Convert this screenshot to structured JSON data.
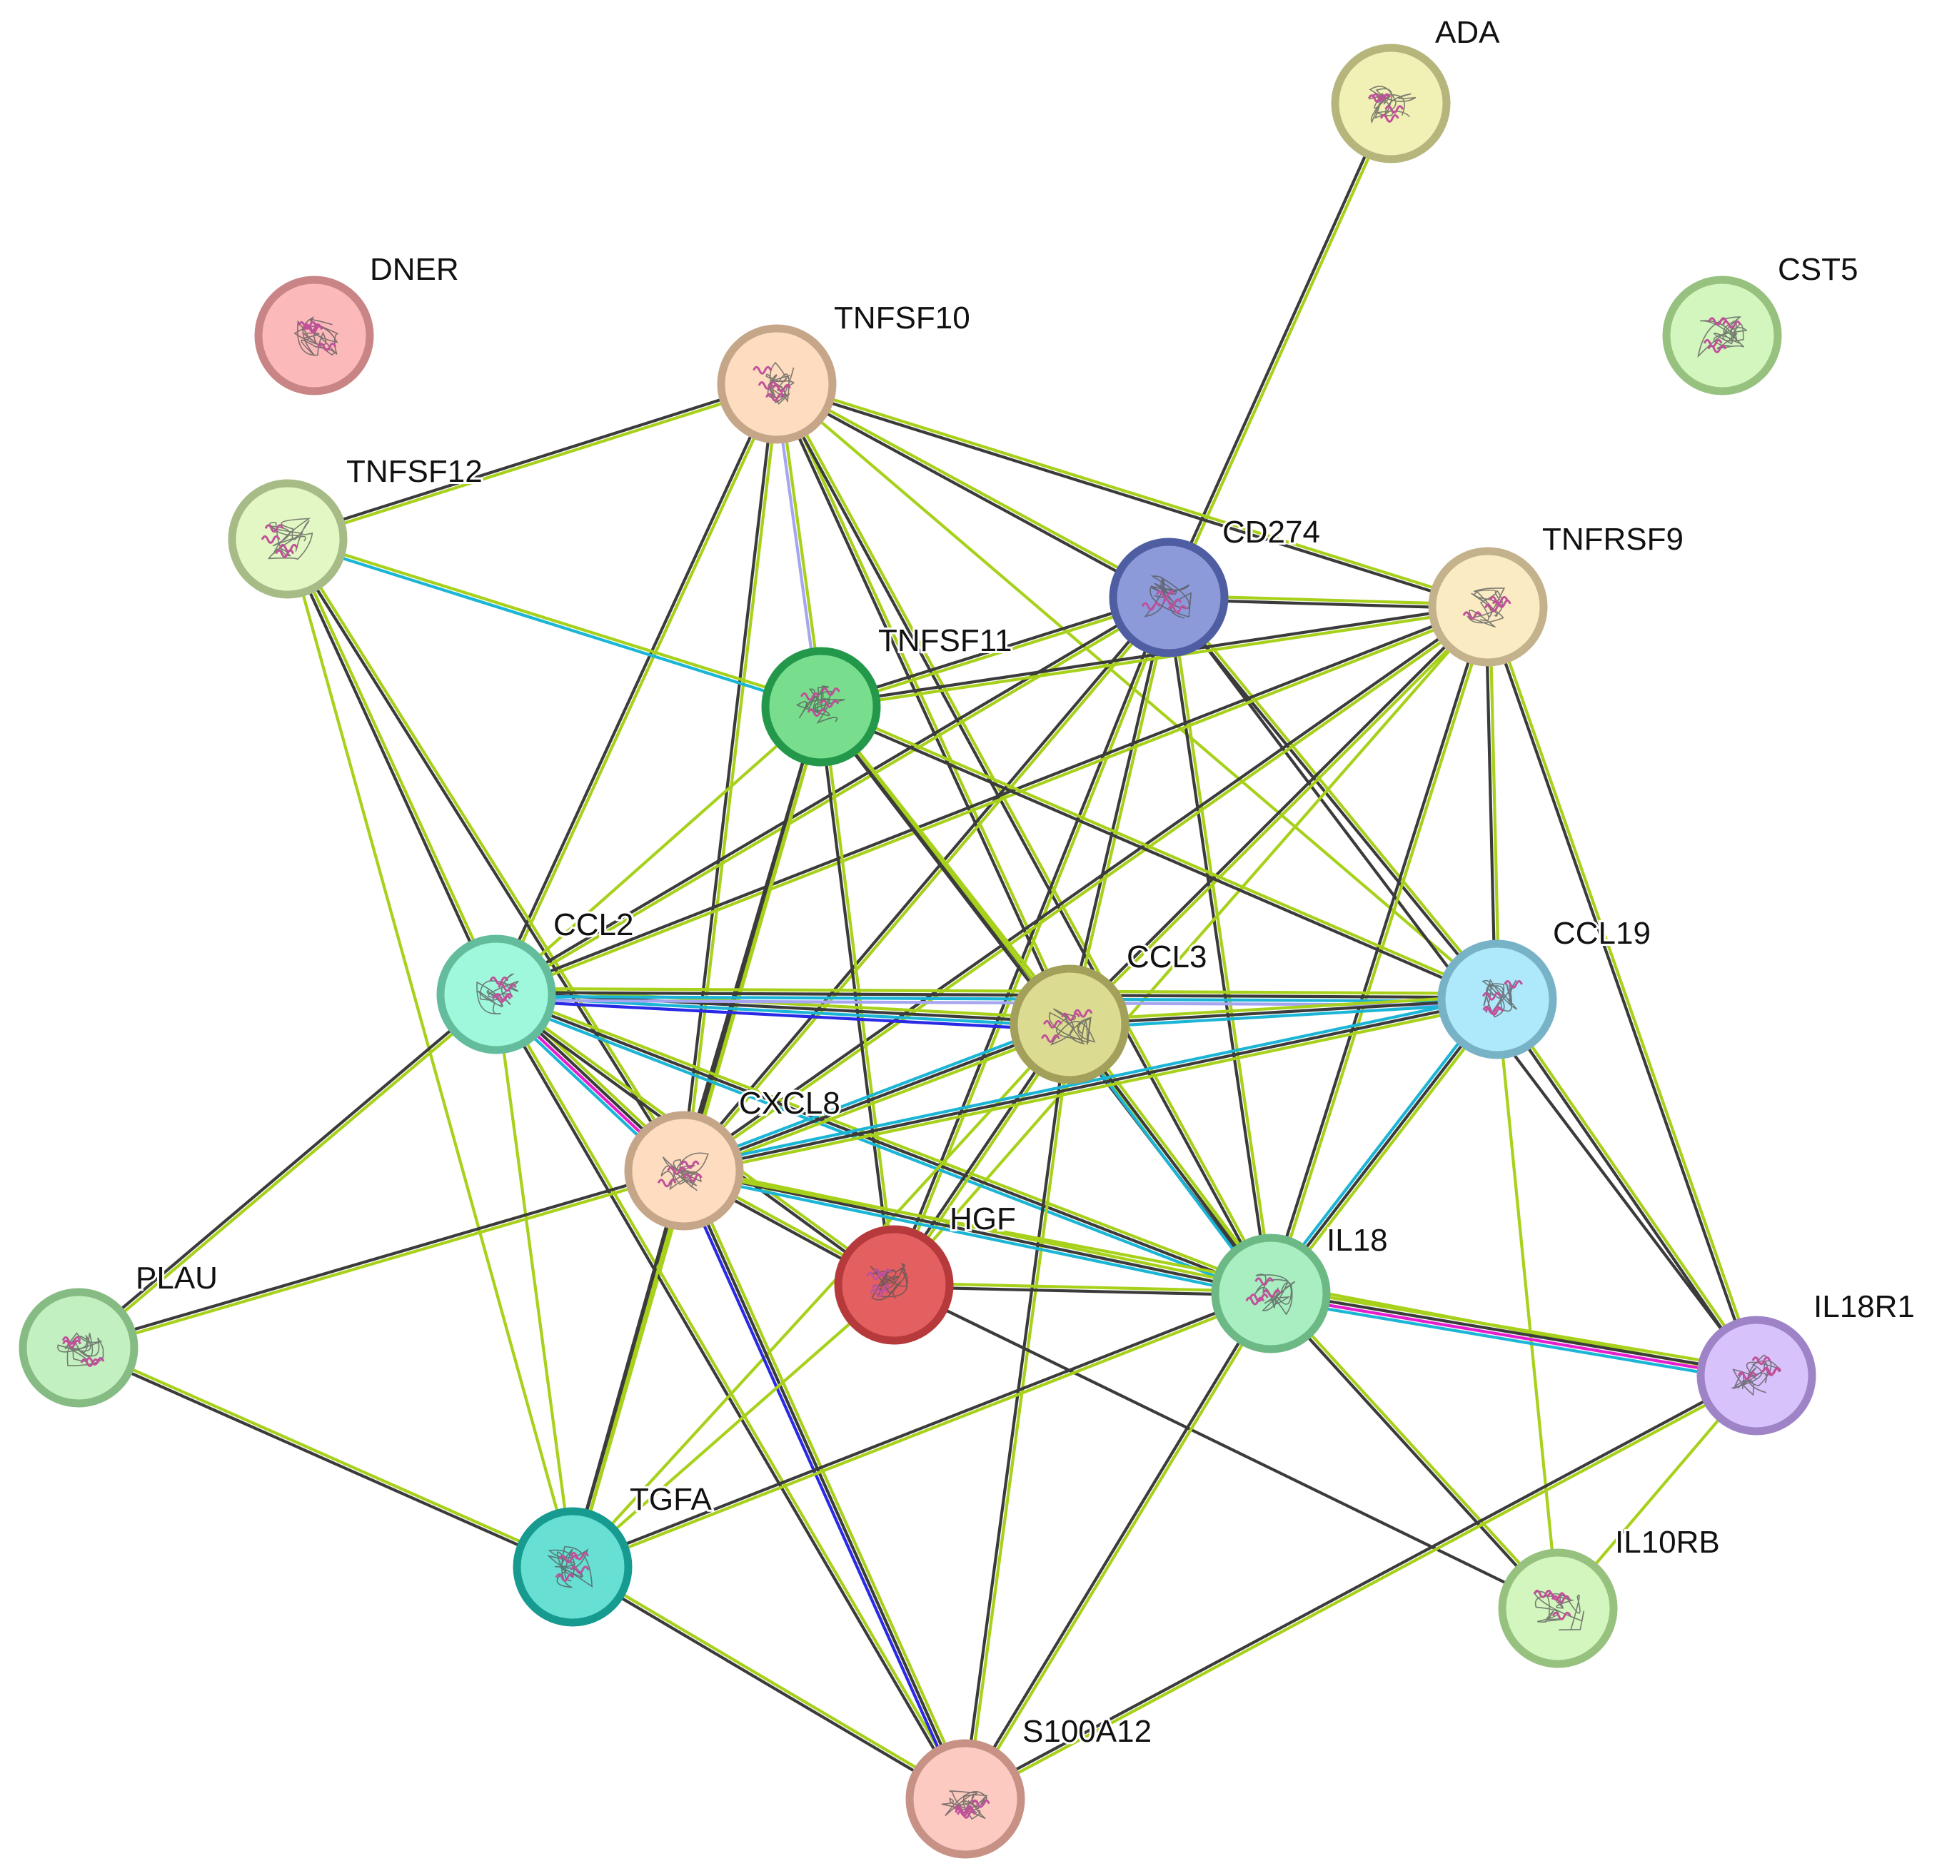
{
  "network": {
    "nodes": [
      {
        "id": "ADA",
        "label": "ADA",
        "fill": "#f1f1b6",
        "stroke": "#b5b57c"
      },
      {
        "id": "DNER",
        "label": "DNER",
        "fill": "#fcb9b9",
        "stroke": "#c98585"
      },
      {
        "id": "CST5",
        "label": "CST5",
        "fill": "#d3f5be",
        "stroke": "#97c17e"
      },
      {
        "id": "TNFSF10",
        "label": "TNFSF10",
        "fill": "#fddcc0",
        "stroke": "#c6a689"
      },
      {
        "id": "TNFSF12",
        "label": "TNFSF12",
        "fill": "#e2f7c4",
        "stroke": "#a7bb86"
      },
      {
        "id": "CD274",
        "label": "CD274",
        "fill": "#8c9ad9",
        "stroke": "#4f5ea3"
      },
      {
        "id": "TNFRSF9",
        "label": "TNFRSF9",
        "fill": "#faebc3",
        "stroke": "#c4b28c"
      },
      {
        "id": "TNFSF11",
        "label": "TNFSF11",
        "fill": "#78dd8d",
        "stroke": "#23984a"
      },
      {
        "id": "CCL2",
        "label": "CCL2",
        "fill": "#a0f8dc",
        "stroke": "#63bd9c"
      },
      {
        "id": "CCL3",
        "label": "CCL3",
        "fill": "#dcdb92",
        "stroke": "#a3a05b"
      },
      {
        "id": "CCL19",
        "label": "CCL19",
        "fill": "#aee8fb",
        "stroke": "#77b2c7"
      },
      {
        "id": "CXCL8",
        "label": "CXCL8",
        "fill": "#fddcc0",
        "stroke": "#c6a689"
      },
      {
        "id": "HGF",
        "label": "HGF",
        "fill": "#e35f60",
        "stroke": "#b63a3b"
      },
      {
        "id": "IL18",
        "label": "IL18",
        "fill": "#a8eec1",
        "stroke": "#6db985"
      },
      {
        "id": "IL18R1",
        "label": "IL18R1",
        "fill": "#d8c2fb",
        "stroke": "#9e84c7"
      },
      {
        "id": "PLAU",
        "label": "PLAU",
        "fill": "#c3f0c0",
        "stroke": "#86bb83"
      },
      {
        "id": "TGFA",
        "label": "TGFA",
        "fill": "#67dfd3",
        "stroke": "#179b91"
      },
      {
        "id": "IL10RB",
        "label": "IL10RB",
        "fill": "#d3f5be",
        "stroke": "#97c17e"
      },
      {
        "id": "S100A12",
        "label": "S100A12",
        "fill": "#fccac0",
        "stroke": "#c79186"
      }
    ],
    "edge_colors": {
      "text_mining": "#a7d11a",
      "coexpression": "#3b3b3b",
      "curated_db": "#1bb5d6",
      "experimental": "#e61fcd",
      "cooccurrence": "#2a2ae6",
      "homology": "#a5a5f0"
    },
    "edges": [
      {
        "source": "ADA",
        "target": "CD274",
        "evidence": [
          "text_mining",
          "coexpression"
        ]
      },
      {
        "source": "TNFSF10",
        "target": "TNFSF12",
        "evidence": [
          "text_mining",
          "coexpression"
        ]
      },
      {
        "source": "TNFSF10",
        "target": "CD274",
        "evidence": [
          "text_mining",
          "coexpression"
        ]
      },
      {
        "source": "TNFSF10",
        "target": "TNFRSF9",
        "evidence": [
          "text_mining",
          "coexpression"
        ]
      },
      {
        "source": "TNFSF10",
        "target": "TNFSF11",
        "evidence": [
          "text_mining",
          "homology"
        ]
      },
      {
        "source": "TNFSF10",
        "target": "CCL2",
        "evidence": [
          "text_mining",
          "coexpression"
        ]
      },
      {
        "source": "TNFSF10",
        "target": "CCL3",
        "evidence": [
          "text_mining",
          "coexpression"
        ]
      },
      {
        "source": "TNFSF10",
        "target": "CXCL8",
        "evidence": [
          "text_mining",
          "coexpression"
        ]
      },
      {
        "source": "TNFSF10",
        "target": "IL18",
        "evidence": [
          "text_mining",
          "coexpression"
        ]
      },
      {
        "source": "TNFSF10",
        "target": "CCL19",
        "evidence": [
          "text_mining"
        ]
      },
      {
        "source": "TNFSF12",
        "target": "TNFSF11",
        "evidence": [
          "text_mining",
          "curated_db"
        ]
      },
      {
        "source": "TNFSF12",
        "target": "CCL2",
        "evidence": [
          "text_mining",
          "coexpression"
        ]
      },
      {
        "source": "TNFSF12",
        "target": "CXCL8",
        "evidence": [
          "text_mining",
          "coexpression"
        ]
      },
      {
        "source": "TNFSF12",
        "target": "TGFA",
        "evidence": [
          "text_mining"
        ]
      },
      {
        "source": "CD274",
        "target": "TNFRSF9",
        "evidence": [
          "text_mining",
          "coexpression"
        ]
      },
      {
        "source": "CD274",
        "target": "TNFSF11",
        "evidence": [
          "text_mining",
          "coexpression"
        ]
      },
      {
        "source": "CD274",
        "target": "CCL2",
        "evidence": [
          "text_mining",
          "coexpression"
        ]
      },
      {
        "source": "CD274",
        "target": "CCL3",
        "evidence": [
          "text_mining",
          "coexpression"
        ]
      },
      {
        "source": "CD274",
        "target": "CCL19",
        "evidence": [
          "text_mining",
          "coexpression"
        ]
      },
      {
        "source": "CD274",
        "target": "CXCL8",
        "evidence": [
          "text_mining",
          "coexpression"
        ]
      },
      {
        "source": "CD274",
        "target": "HGF",
        "evidence": [
          "text_mining",
          "coexpression"
        ]
      },
      {
        "source": "CD274",
        "target": "IL18",
        "evidence": [
          "text_mining",
          "coexpression"
        ]
      },
      {
        "source": "CD274",
        "target": "IL18R1",
        "evidence": [
          "coexpression"
        ]
      },
      {
        "source": "TNFRSF9",
        "target": "TNFSF11",
        "evidence": [
          "text_mining",
          "coexpression"
        ]
      },
      {
        "source": "TNFRSF9",
        "target": "CCL2",
        "evidence": [
          "text_mining",
          "coexpression"
        ]
      },
      {
        "source": "TNFRSF9",
        "target": "CCL3",
        "evidence": [
          "text_mining",
          "coexpression"
        ]
      },
      {
        "source": "TNFRSF9",
        "target": "CCL19",
        "evidence": [
          "text_mining",
          "coexpression"
        ]
      },
      {
        "source": "TNFRSF9",
        "target": "CXCL8",
        "evidence": [
          "text_mining",
          "coexpression"
        ]
      },
      {
        "source": "TNFRSF9",
        "target": "IL18",
        "evidence": [
          "text_mining",
          "coexpression"
        ]
      },
      {
        "source": "TNFRSF9",
        "target": "IL18R1",
        "evidence": [
          "text_mining",
          "coexpression"
        ]
      },
      {
        "source": "TNFRSF9",
        "target": "HGF",
        "evidence": [
          "text_mining"
        ]
      },
      {
        "source": "TNFSF11",
        "target": "CCL2",
        "evidence": [
          "text_mining"
        ]
      },
      {
        "source": "TNFSF11",
        "target": "CCL3",
        "evidence": [
          "text_mining",
          "coexpression"
        ]
      },
      {
        "source": "TNFSF11",
        "target": "CCL19",
        "evidence": [
          "text_mining",
          "coexpression"
        ]
      },
      {
        "source": "TNFSF11",
        "target": "CXCL8",
        "evidence": [
          "text_mining",
          "coexpression"
        ]
      },
      {
        "source": "TNFSF11",
        "target": "HGF",
        "evidence": [
          "text_mining",
          "coexpression"
        ]
      },
      {
        "source": "TNFSF11",
        "target": "IL18",
        "evidence": [
          "text_mining",
          "coexpression"
        ]
      },
      {
        "source": "TNFSF11",
        "target": "TGFA",
        "evidence": [
          "text_mining",
          "coexpression"
        ]
      },
      {
        "source": "CCL2",
        "target": "CCL3",
        "evidence": [
          "text_mining",
          "coexpression",
          "curated_db",
          "cooccurrence"
        ]
      },
      {
        "source": "CCL2",
        "target": "CCL19",
        "evidence": [
          "text_mining",
          "coexpression",
          "curated_db",
          "homology"
        ]
      },
      {
        "source": "CCL2",
        "target": "CXCL8",
        "evidence": [
          "text_mining",
          "coexpression",
          "experimental",
          "curated_db"
        ]
      },
      {
        "source": "CCL2",
        "target": "HGF",
        "evidence": [
          "text_mining",
          "coexpression"
        ]
      },
      {
        "source": "CCL2",
        "target": "IL18",
        "evidence": [
          "text_mining",
          "coexpression",
          "curated_db"
        ]
      },
      {
        "source": "CCL2",
        "target": "PLAU",
        "evidence": [
          "text_mining",
          "coexpression"
        ]
      },
      {
        "source": "CCL2",
        "target": "TGFA",
        "evidence": [
          "text_mining"
        ]
      },
      {
        "source": "CCL2",
        "target": "S100A12",
        "evidence": [
          "text_mining",
          "coexpression"
        ]
      },
      {
        "source": "CCL3",
        "target": "CCL19",
        "evidence": [
          "text_mining",
          "coexpression",
          "curated_db"
        ]
      },
      {
        "source": "CCL3",
        "target": "CXCL8",
        "evidence": [
          "text_mining",
          "coexpression",
          "curated_db"
        ]
      },
      {
        "source": "CCL3",
        "target": "HGF",
        "evidence": [
          "text_mining",
          "coexpression"
        ]
      },
      {
        "source": "CCL3",
        "target": "IL18",
        "evidence": [
          "text_mining",
          "coexpression",
          "curated_db"
        ]
      },
      {
        "source": "CCL3",
        "target": "S100A12",
        "evidence": [
          "text_mining",
          "coexpression"
        ]
      },
      {
        "source": "CCL3",
        "target": "TGFA",
        "evidence": [
          "text_mining"
        ]
      },
      {
        "source": "CCL19",
        "target": "CXCL8",
        "evidence": [
          "text_mining",
          "coexpression",
          "curated_db"
        ]
      },
      {
        "source": "CCL19",
        "target": "IL18",
        "evidence": [
          "text_mining",
          "coexpression",
          "curated_db"
        ]
      },
      {
        "source": "CCL19",
        "target": "IL18R1",
        "evidence": [
          "text_mining",
          "coexpression"
        ]
      },
      {
        "source": "CCL19",
        "target": "IL10RB",
        "evidence": [
          "text_mining"
        ]
      },
      {
        "source": "CXCL8",
        "target": "HGF",
        "evidence": [
          "text_mining",
          "coexpression"
        ]
      },
      {
        "source": "CXCL8",
        "target": "IL18",
        "evidence": [
          "text_mining",
          "coexpression",
          "curated_db"
        ]
      },
      {
        "source": "CXCL8",
        "target": "PLAU",
        "evidence": [
          "text_mining",
          "coexpression"
        ]
      },
      {
        "source": "CXCL8",
        "target": "TGFA",
        "evidence": [
          "text_mining",
          "coexpression"
        ]
      },
      {
        "source": "CXCL8",
        "target": "S100A12",
        "evidence": [
          "text_mining",
          "coexpression",
          "cooccurrence"
        ]
      },
      {
        "source": "CXCL8",
        "target": "IL18R1",
        "evidence": [
          "text_mining"
        ]
      },
      {
        "source": "HGF",
        "target": "IL18",
        "evidence": [
          "text_mining",
          "coexpression"
        ]
      },
      {
        "source": "HGF",
        "target": "TGFA",
        "evidence": [
          "text_mining"
        ]
      },
      {
        "source": "HGF",
        "target": "IL10RB",
        "evidence": [
          "coexpression"
        ]
      },
      {
        "source": "IL18",
        "target": "IL18R1",
        "evidence": [
          "text_mining",
          "coexpression",
          "experimental",
          "curated_db"
        ]
      },
      {
        "source": "IL18",
        "target": "IL10RB",
        "evidence": [
          "text_mining",
          "coexpression"
        ]
      },
      {
        "source": "IL18",
        "target": "TGFA",
        "evidence": [
          "text_mining",
          "coexpression"
        ]
      },
      {
        "source": "IL18",
        "target": "S100A12",
        "evidence": [
          "text_mining",
          "coexpression"
        ]
      },
      {
        "source": "IL18R1",
        "target": "IL10RB",
        "evidence": [
          "text_mining"
        ]
      },
      {
        "source": "IL18R1",
        "target": "S100A12",
        "evidence": [
          "text_mining",
          "coexpression"
        ]
      },
      {
        "source": "PLAU",
        "target": "TGFA",
        "evidence": [
          "text_mining",
          "coexpression"
        ]
      },
      {
        "source": "TGFA",
        "target": "S100A12",
        "evidence": [
          "text_mining",
          "coexpression"
        ]
      }
    ]
  }
}
